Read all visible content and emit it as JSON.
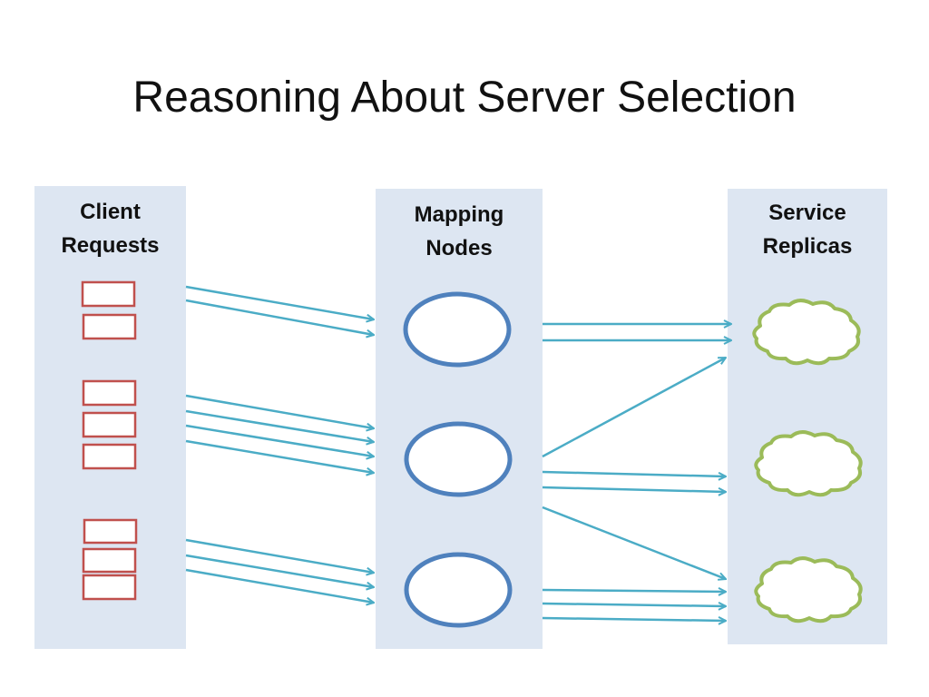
{
  "slide": {
    "title": "Reasoning About Server Selection"
  },
  "columns": {
    "clients": {
      "line1": "Client",
      "line2": "Requests"
    },
    "mapping": {
      "line1": "Mapping",
      "line2": "Nodes"
    },
    "replicas": {
      "line1": "Service",
      "line2": "Replicas"
    }
  },
  "diagram": {
    "client_request_groups": [
      {
        "name": "group-1",
        "request_count": 2,
        "target_mapping_node": 0
      },
      {
        "name": "group-2",
        "request_count": 3,
        "target_mapping_node": 1
      },
      {
        "name": "group-3",
        "request_count": 3,
        "target_mapping_node": 2
      }
    ],
    "mapping_nodes": 3,
    "service_replicas": 3,
    "mapping_to_replica_links": [
      {
        "from_mapping_node": 0,
        "to_replica": 0,
        "arrows": 2
      },
      {
        "from_mapping_node": 1,
        "to_replica": 0,
        "arrows": 1
      },
      {
        "from_mapping_node": 1,
        "to_replica": 1,
        "arrows": 2
      },
      {
        "from_mapping_node": 1,
        "to_replica": 2,
        "arrows": 1
      },
      {
        "from_mapping_node": 2,
        "to_replica": 2,
        "arrows": 3
      }
    ],
    "colors": {
      "column_background": "#dde6f2",
      "request_box": "#c0504d",
      "mapping_node": "#4f81bd",
      "replica_cloud": "#9bbb59",
      "arrow": "#4bacc6"
    }
  }
}
